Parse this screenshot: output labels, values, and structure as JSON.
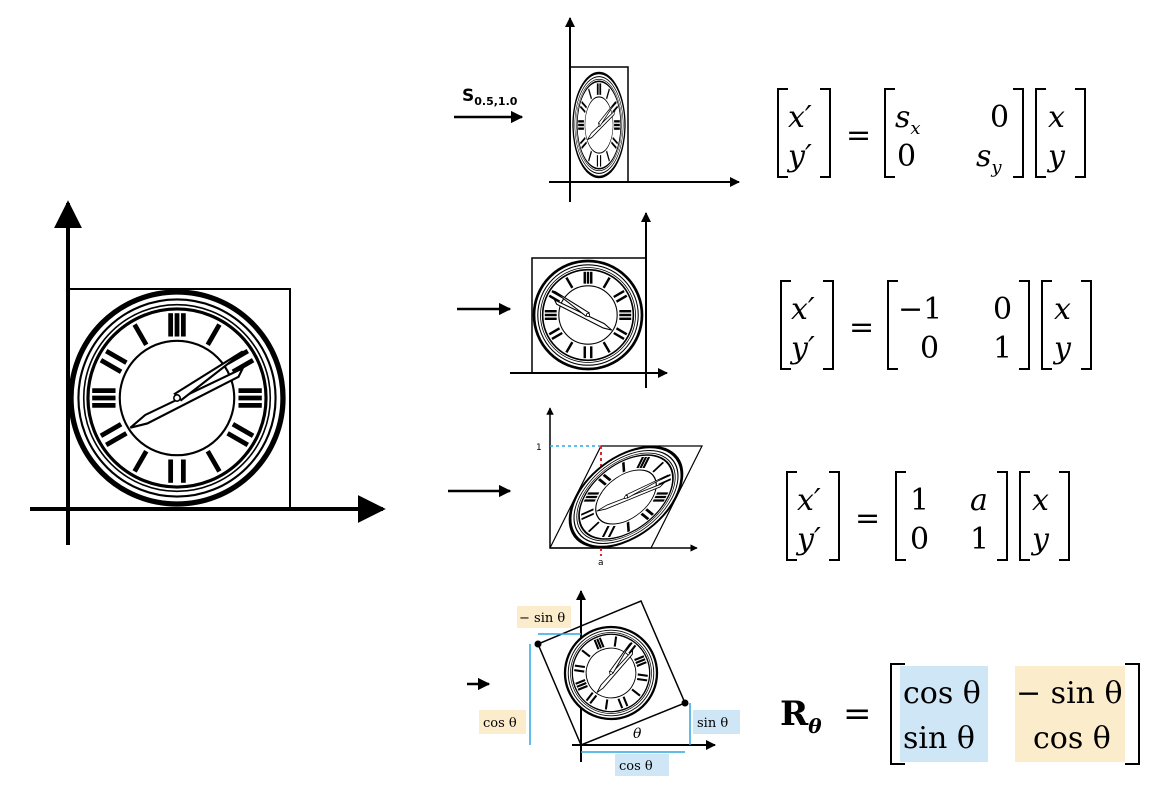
{
  "scale": {
    "operator_letter": "S",
    "operator_sub": "0.5,1.0",
    "eq_lhs": [
      "x′",
      "y′"
    ],
    "eq_matrix": [
      [
        "s",
        "0"
      ],
      [
        "0",
        "s"
      ]
    ],
    "eq_subscripts": [
      "x",
      "y"
    ],
    "eq_rhs": [
      "x",
      "y"
    ],
    "equals": "="
  },
  "reflect": {
    "eq_lhs": [
      "x′",
      "y′"
    ],
    "eq_matrix": [
      [
        "−1",
        "0"
      ],
      [
        "0",
        "1"
      ]
    ],
    "eq_rhs": [
      "x",
      "y"
    ],
    "equals": "="
  },
  "shear": {
    "tick_y": "1",
    "tick_x": "a",
    "eq_lhs": [
      "x′",
      "y′"
    ],
    "eq_matrix": [
      [
        "1",
        "a"
      ],
      [
        "0",
        "1"
      ]
    ],
    "eq_rhs": [
      "x",
      "y"
    ],
    "equals": "="
  },
  "rotate": {
    "label_neg_sin": "− sin θ",
    "label_cos_left": "cos θ",
    "label_sin_right": "sin θ",
    "label_cos_bottom": "cos θ",
    "label_theta": "θ",
    "eq_R": "R",
    "eq_R_sub": "θ",
    "equals": "=",
    "eq_col1": [
      "cos θ",
      "sin θ"
    ],
    "eq_col2": [
      "− sin θ",
      "cos θ"
    ]
  },
  "colors": {
    "highlight_blue": "#cfe6f7",
    "highlight_yellow": "#fbeccb",
    "guide_blue": "#2aa7e0",
    "guide_red": "#d9232e",
    "ink": "#000000"
  }
}
